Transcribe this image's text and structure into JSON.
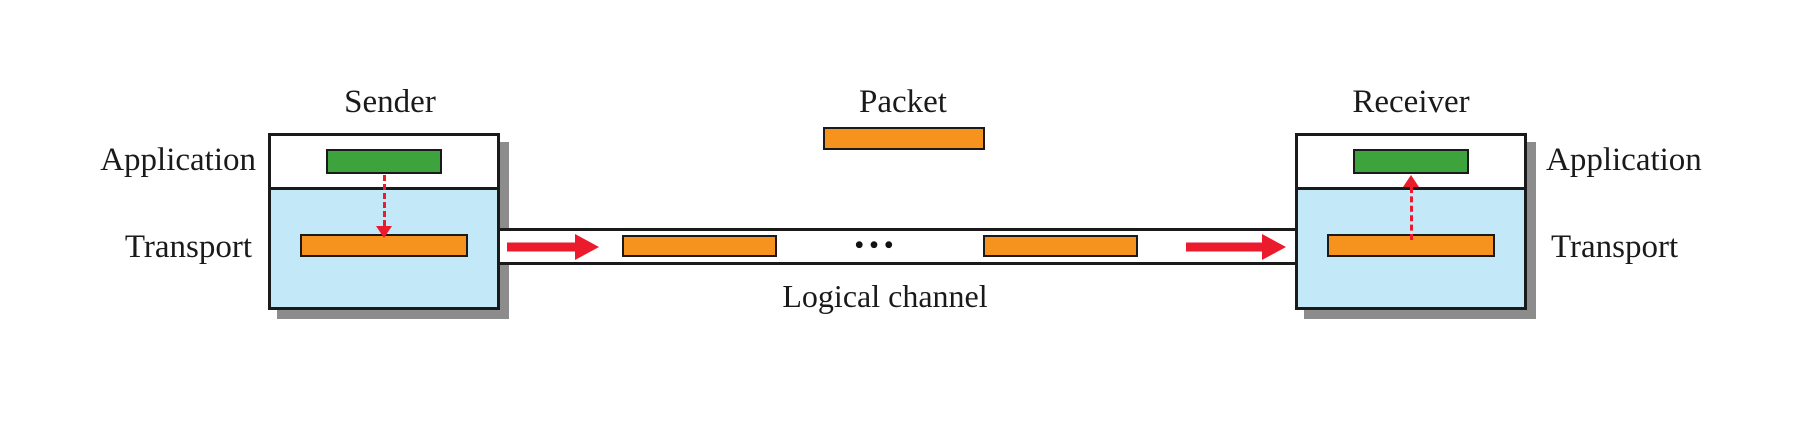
{
  "diagram": {
    "sender": {
      "title": "Sender",
      "application_label": "Application",
      "transport_label": "Transport"
    },
    "receiver": {
      "title": "Receiver",
      "application_label": "Application",
      "transport_label": "Transport"
    },
    "legend": {
      "packet_label": "Packet"
    },
    "channel": {
      "label": "Logical channel",
      "ellipsis": "•••"
    },
    "colors": {
      "packet_orange": "#F6921E",
      "message_green": "#3DA43D",
      "transport_blue": "#C3E9F9",
      "arrow_red": "#EB1B2D",
      "outline": "#1A1A1A",
      "shadow": "#8C8C8C"
    }
  }
}
